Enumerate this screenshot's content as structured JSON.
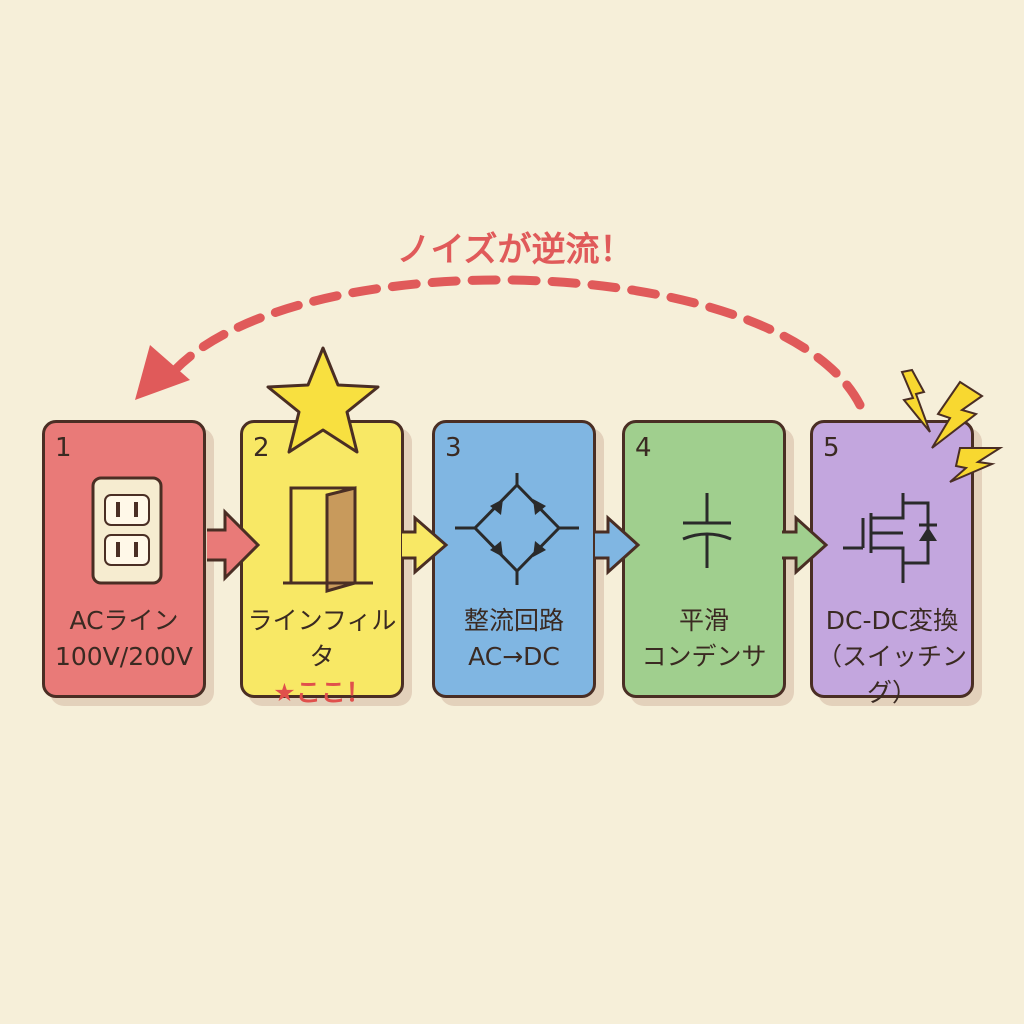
{
  "title": "ノイズが逆流！",
  "colors": {
    "background": "#f6efd9",
    "noise_arrow": "#e05a5a",
    "block1": "#e97a78",
    "block2": "#f8e865",
    "block3": "#80b6e2",
    "block4": "#a0cf8e",
    "block5": "#c3a6de"
  },
  "blocks": [
    {
      "number": "1",
      "line1": "ACライン",
      "line2": "100V/200V",
      "icon": "outlet-icon"
    },
    {
      "number": "2",
      "line1": "ラインフィルタ",
      "line2": "★ここ！",
      "icon": "door-icon"
    },
    {
      "number": "3",
      "line1": "整流回路",
      "line2": "AC→DC",
      "icon": "diode-bridge-icon"
    },
    {
      "number": "4",
      "line1": "平滑",
      "line2": "コンデンサ",
      "icon": "capacitor-icon"
    },
    {
      "number": "5",
      "line1": "DC-DC変換",
      "line2": "（スイッチング）",
      "icon": "mosfet-icon"
    }
  ]
}
